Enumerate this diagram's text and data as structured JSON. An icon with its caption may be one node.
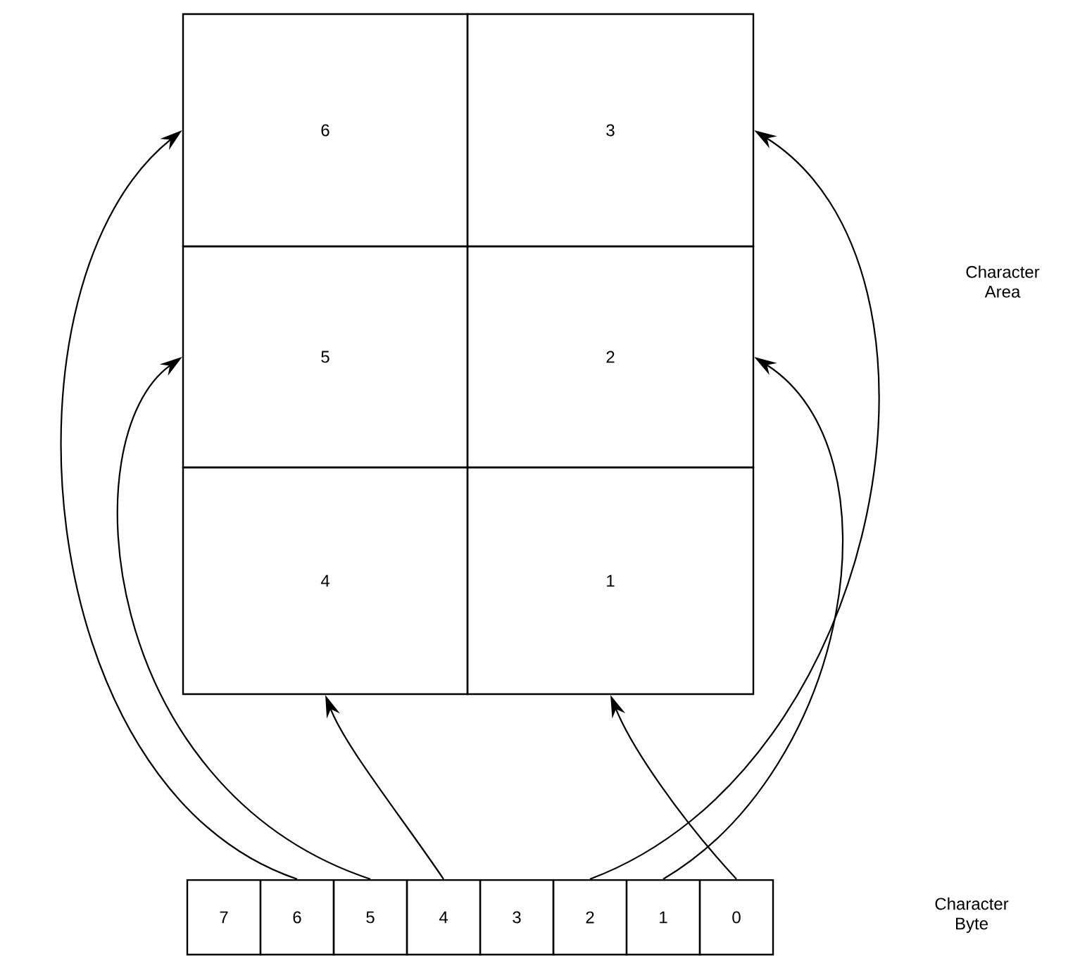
{
  "diagram": {
    "nodes": [
      {
        "text": [
          "6"
        ]
      },
      {
        "text": [
          "3"
        ]
      },
      {
        "text": [
          "5"
        ]
      },
      {
        "text": [
          "2"
        ]
      },
      {
        "text": [
          "4"
        ]
      },
      {
        "text": [
          "1"
        ]
      },
      {
        "text": [
          "7"
        ]
      },
      {
        "text": [
          "6"
        ]
      },
      {
        "text": [
          "5"
        ]
      },
      {
        "text": [
          "4"
        ]
      },
      {
        "text": [
          "3"
        ]
      },
      {
        "text": [
          "2"
        ]
      },
      {
        "text": [
          "1"
        ]
      },
      {
        "text": [
          "0"
        ]
      }
    ],
    "edges": [
      {
        "from": 7,
        "to": 0,
        "arrow": "to"
      },
      {
        "from": 8,
        "to": 2,
        "arrow": "to"
      },
      {
        "from": 9,
        "to": 4,
        "arrow": "to"
      },
      {
        "from": 11,
        "to": 1,
        "arrow": "to"
      },
      {
        "from": 12,
        "to": 3,
        "arrow": "to"
      },
      {
        "from": 13,
        "to": 5,
        "arrow": "to"
      }
    ],
    "labels": [
      "Character Area",
      "Character Byte"
    ]
  }
}
